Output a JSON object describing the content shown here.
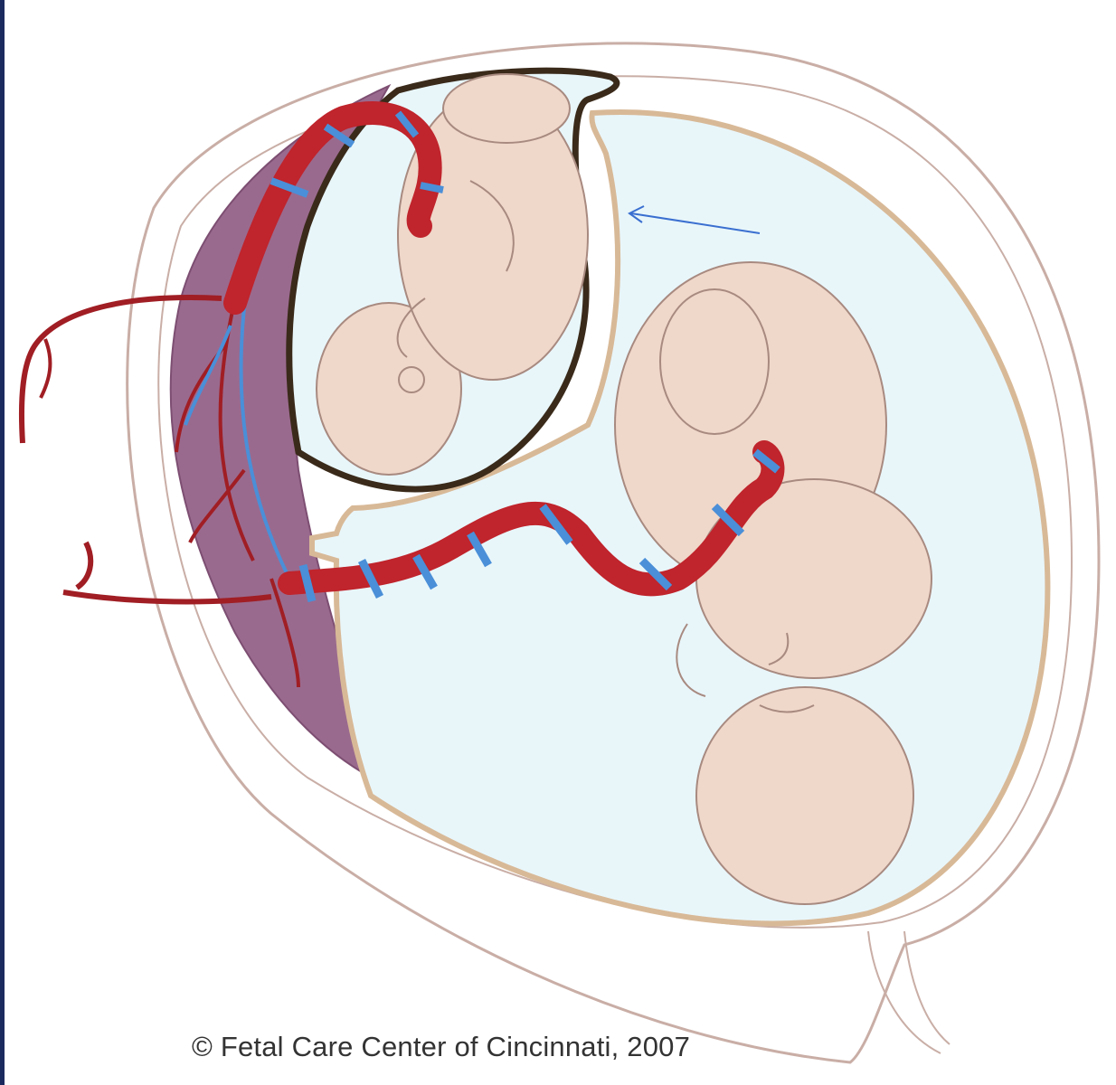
{
  "caption": {
    "copyright": "© Fetal Care Center of Cincinnati, 2007"
  },
  "colors": {
    "background": "#ffffff",
    "uterus_outline": "#c9aea6",
    "placenta": "#9a6a8e",
    "amniotic_fluid": "#e8f6fa",
    "membrane": "#d8b997",
    "sac_border": "#3a2a1a",
    "fetus_skin": "#efd7c9",
    "fetus_line": "#a88a80",
    "artery": "#c0242c",
    "vein": "#4a8fd8",
    "arrow": "#3a6fd0",
    "caption_text": "#333333"
  },
  "illustration": {
    "subject": "uterus-with-twin-fetuses",
    "elements": [
      "placenta",
      "small-amniotic-sac",
      "large-amniotic-sac",
      "small-fetus",
      "large-fetus",
      "umbilical-cord-small",
      "umbilical-cord-large",
      "pointer-arrow"
    ]
  }
}
